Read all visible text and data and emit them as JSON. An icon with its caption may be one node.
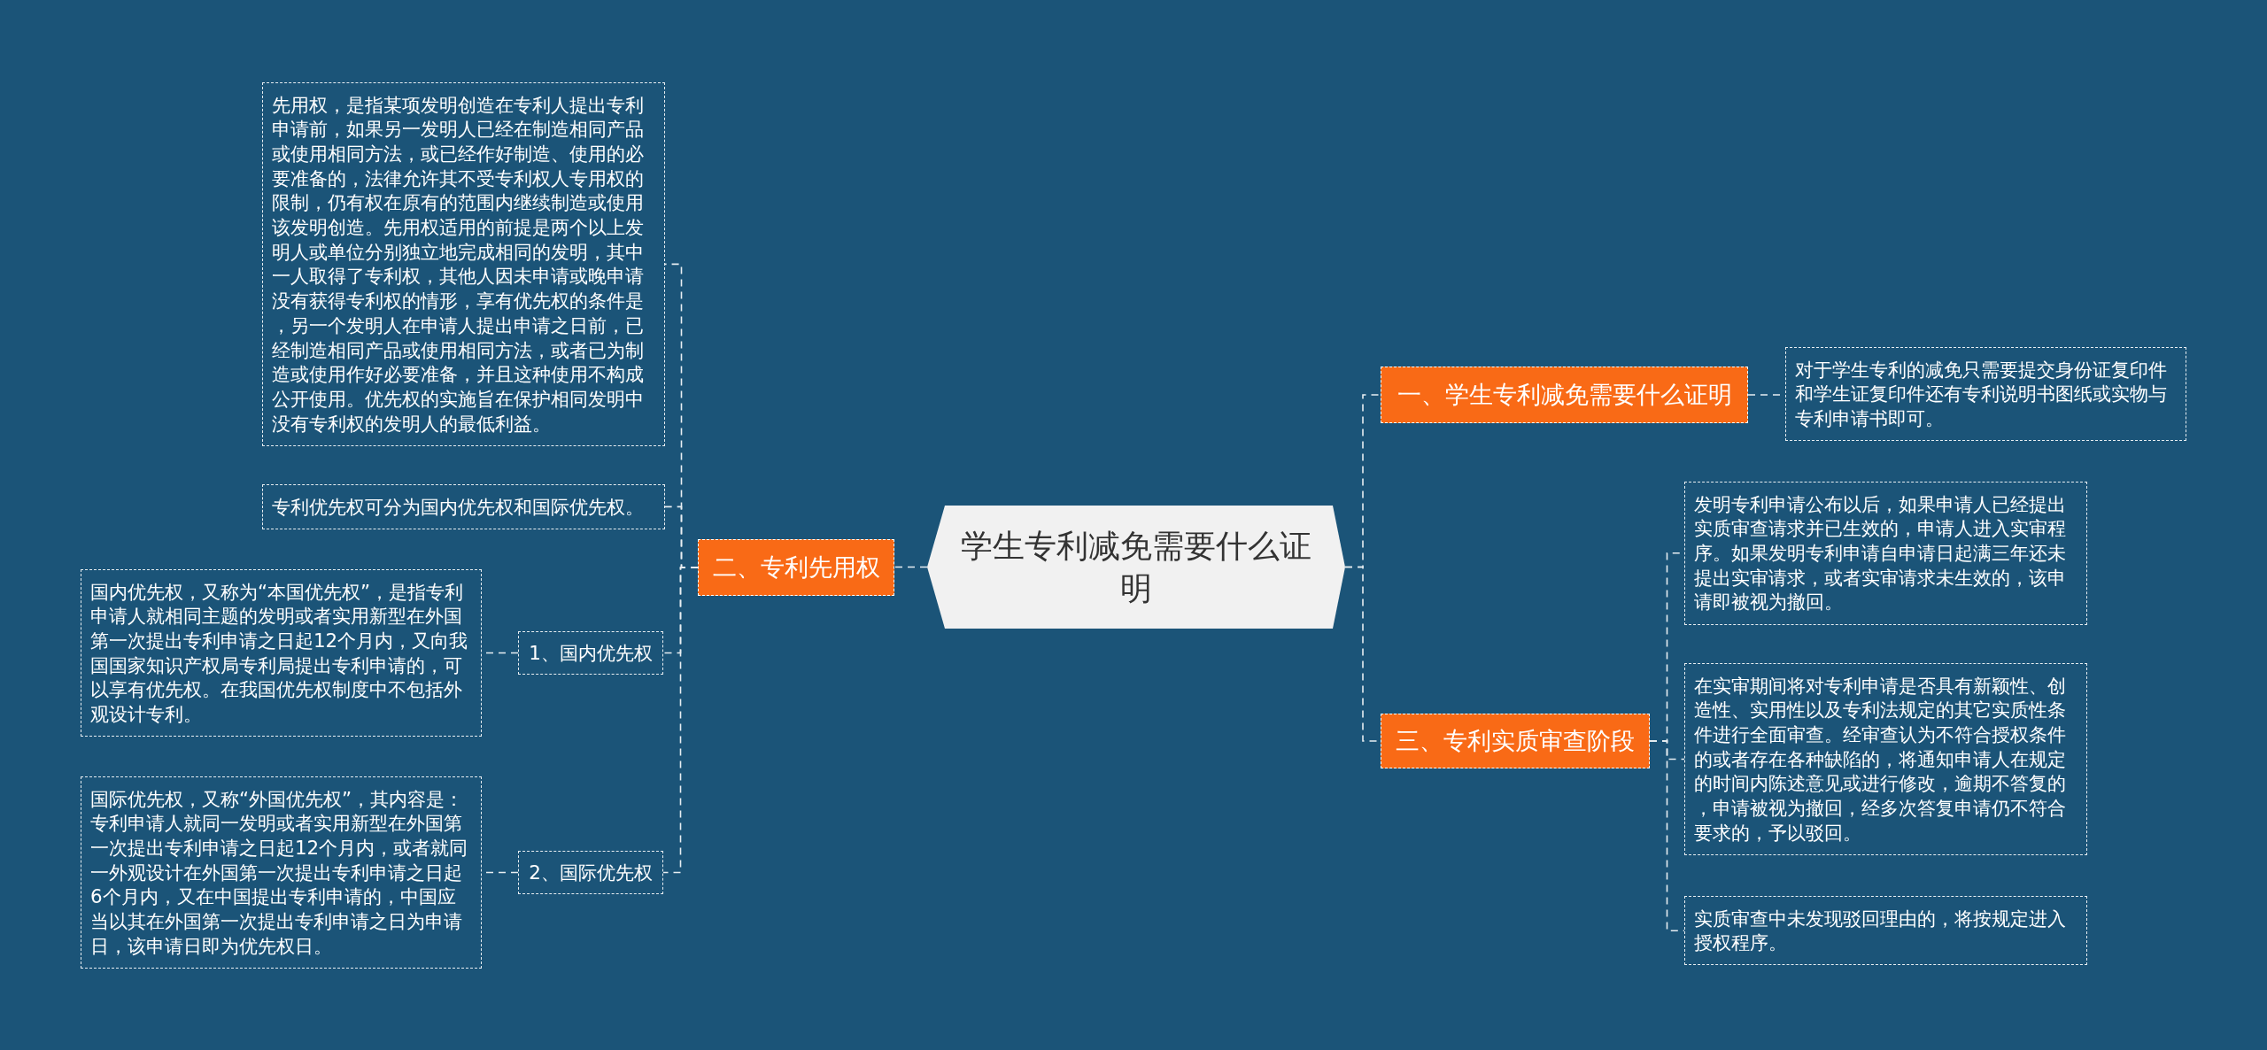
{
  "diagram": {
    "nodes": [
      {
        "text": [
          "学生专利减免需要什么证明"
        ]
      },
      {
        "text": [
          "一、学生专利减免需要什么证明"
        ]
      },
      {
        "text": [
          "对于学生专利的减免只需要提交身份证复印件和学生证复印件还有专利说明书图纸或实物与专利申请书即可。"
        ]
      },
      {
        "text": [
          "二、专利先用权"
        ]
      },
      {
        "text": [
          "先用权，是指某项发明创造在专利人提出专利申请前，如果另一发明人已经在制造相同产品或使用相同方法，或已经作好制造、使用的必要准备的，法律允许其不受专利权人专用权的限制，仍有权在原有的范围内继续制造或使用该发明创造。先用权适用的前提是两个以上发明人或单位分别独立地完成相同的发明，其中一人取得了专利权，其他人因未申请或晚申请没有获得专利权的情形，享有优先权的条件是，另一个发明人在申请人提出申请之日前，已经制造相同产品或使用相同方法，或者已为制造或使用作好必要准备，并且这种使用不构成公开使用。优先权的实施旨在保护相同发明中没有专利权的发明人的最低利益。"
        ]
      },
      {
        "text": [
          "专利优先权可分为国内优先权和国际优先权。"
        ]
      },
      {
        "text": [
          "1、国内优先权"
        ]
      },
      {
        "text": [
          "国内优先权，又称为“本国优先权”，是指专利申请人就相同主题的发明或者实用新型在外国第一次提出专利申请之日起12个月内，又向我国国家知识产权局专利局提出专利申请的，可以享有优先权。在我国优先权制度中不包括外观设计专利。"
        ]
      },
      {
        "text": [
          "2、国际优先权"
        ]
      },
      {
        "text": [
          "国际优先权，又称“外国优先权”，其内容是：专利申请人就同一发明或者实用新型在外国第一次提出专利申请之日起12个月内，或者就同一外观设计在外国第一次提出专利申请之日起6个月内，又在中国提出专利申请的，中国应当以其在外国第一次提出专利申请之日为申请日，该申请日即为优先权日。"
        ]
      },
      {
        "text": [
          "三、专利实质审查阶段"
        ]
      },
      {
        "text": [
          "发明专利申请公布以后，如果申请人已经提出实质审查请求并已生效的，申请人进入实审程序。如果发明专利申请自申请日起满三年还未提出实审请求，或者实审请求未生效的，该申请即被视为撤回。"
        ]
      },
      {
        "text": [
          "在实审期间将对专利申请是否具有新颖性、创造性、实用性以及专利法规定的其它实质性条件进行全面审查。经审查认为不符合授权条件的或者存在各种缺陷的，将通知申请人在规定的时间内陈述意见或进行修改，逾期不答复的，申请被视为撤回，经多次答复申请仍不符合要求的，予以驳回。"
        ]
      },
      {
        "text": [
          "实质审查中未发现驳回理由的，将按规定进入授权程序。"
        ]
      }
    ],
    "edges": [
      {
        "from": 0,
        "to": 1,
        "arrow": "none",
        "style": "dashed"
      },
      {
        "from": 1,
        "to": 2,
        "arrow": "none",
        "style": "dashed"
      },
      {
        "from": 0,
        "to": 3,
        "arrow": "none",
        "style": "dashed"
      },
      {
        "from": 3,
        "to": 4,
        "arrow": "none",
        "style": "dashed"
      },
      {
        "from": 3,
        "to": 5,
        "arrow": "none",
        "style": "dashed"
      },
      {
        "from": 3,
        "to": 6,
        "arrow": "none",
        "style": "dashed"
      },
      {
        "from": 6,
        "to": 7,
        "arrow": "none",
        "style": "dashed"
      },
      {
        "from": 3,
        "to": 8,
        "arrow": "none",
        "style": "dashed"
      },
      {
        "from": 8,
        "to": 9,
        "arrow": "none",
        "style": "dashed"
      },
      {
        "from": 0,
        "to": 10,
        "arrow": "none",
        "style": "dashed"
      },
      {
        "from": 10,
        "to": 11,
        "arrow": "none",
        "style": "dashed"
      },
      {
        "from": 10,
        "to": 12,
        "arrow": "none",
        "style": "dashed"
      },
      {
        "from": 10,
        "to": 13,
        "arrow": "none",
        "style": "dashed"
      }
    ]
  }
}
